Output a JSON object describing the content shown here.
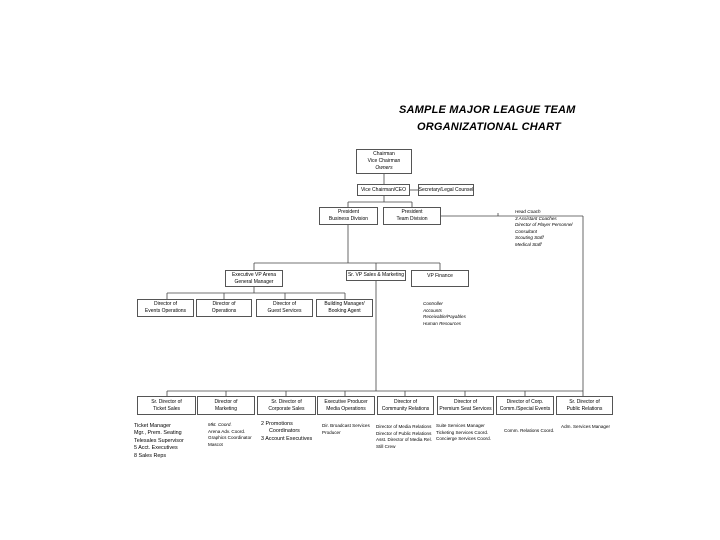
{
  "title": {
    "line1": "SAMPLE MAJOR LEAGUE TEAM",
    "line2": "ORGANIZATIONAL CHART"
  },
  "boxes": {
    "owners": [
      "Chairman",
      "Vice Chairman",
      "Owners"
    ],
    "vice_chairman_ceo": [
      "Vice Chairman/CEO"
    ],
    "secretary_legal": [
      "Secretary/Legal Counsel"
    ],
    "president_business": [
      "President",
      "Business Division"
    ],
    "president_team": [
      "President",
      "Team Division"
    ],
    "exec_vp_arena": [
      "Executive VP Arena",
      "General Manager"
    ],
    "sr_vp_sales": [
      "Sr. VP Sales & Marketing"
    ],
    "vp_finance": [
      "VP Finance"
    ],
    "dir_events": [
      "Director of",
      "Events Operations"
    ],
    "dir_operations": [
      "Director of",
      "Operations"
    ],
    "dir_guest": [
      "Director of",
      "Guest Services"
    ],
    "building_manager": [
      "Building Manager/",
      "Booking Agent"
    ],
    "sr_dir_ticket": [
      "Sr. Director of",
      "Ticket Sales"
    ],
    "dir_marketing": [
      "Director of",
      "Marketing"
    ],
    "sr_dir_corporate": [
      "Sr. Director of",
      "Corporate Sales"
    ],
    "exec_producer": [
      "Executive Producer",
      "Media Operations"
    ],
    "dir_community": [
      "Director of",
      "Community Relations"
    ],
    "dir_premium": [
      "Director of",
      "Premium Seat Services"
    ],
    "dir_corp_comm": [
      "Director of Corp.",
      "Comm./Special Events"
    ],
    "sr_dir_pr": [
      "Sr. Director of",
      "Public Relations"
    ]
  },
  "lists": {
    "team_staff": [
      "Head Coach",
      "3 Assistant Coaches",
      "Director of Player Personnel",
      "Consultant",
      "Scouting Staff",
      "Medical Staff"
    ],
    "finance_staff": [
      "Controller",
      "Accounts",
      "Receivable/Payables",
      "Human Resources"
    ],
    "ticket_staff": [
      "Ticket Manager",
      "Mgr., Prem. Seating",
      "Telesales Supervisor",
      "5 Acct. Executives",
      "8 Sales Reps"
    ],
    "marketing_staff": [
      "Mkt. Coord.",
      "Arena Adv. Coord.",
      "Graphics Coordinator",
      "Mascot"
    ],
    "corporate_staff": [
      "2 Promotions",
      "Coordinators",
      "3 Account Executives"
    ],
    "media_staff": [
      "Dir. Broadcast Services",
      "Producer"
    ],
    "community_staff": [
      "Director of Media Relations",
      "Director of Public Relations",
      "Asst. Director of Media Rel.",
      "Still Crew"
    ],
    "premium_staff": [
      "Suite Services Manager",
      "Ticketing Services Coord.",
      "Concierge Services Coord."
    ],
    "corp_comm_staff": [
      "Comm. Relations Coord."
    ],
    "pr_staff": [
      "Adm. Services Manager"
    ]
  }
}
